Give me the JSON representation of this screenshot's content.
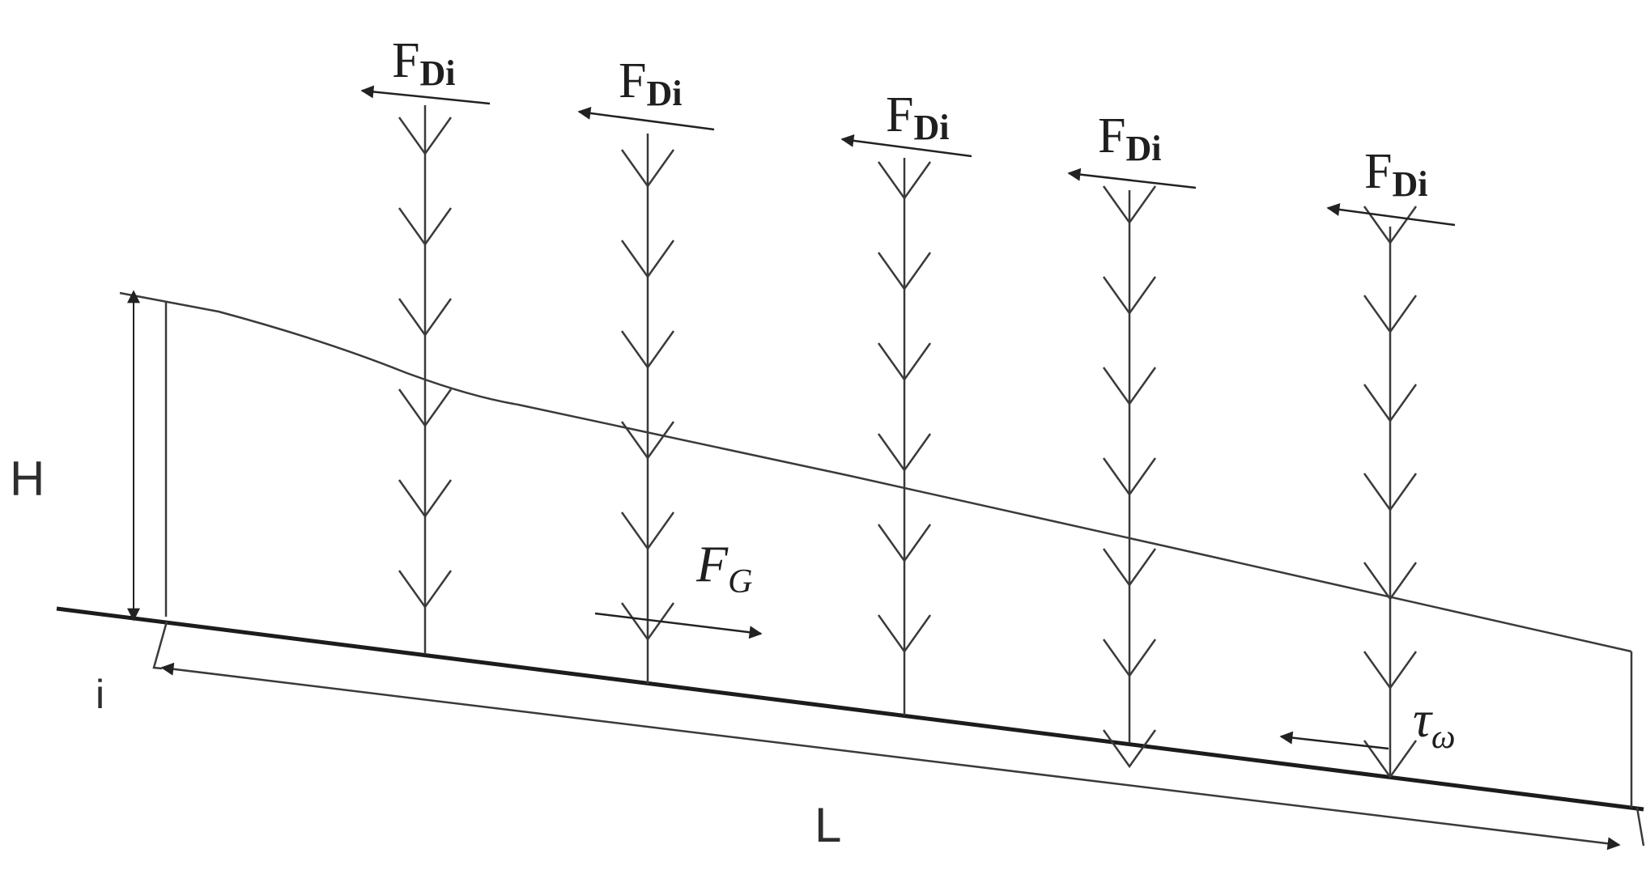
{
  "labels": {
    "drag_force_main": "F",
    "drag_force_sub": "Di",
    "height": "H",
    "slope": "i",
    "length": "L",
    "gravity_main": "F",
    "gravity_sub": "G",
    "shear_main": "τ",
    "shear_sub": "ω"
  },
  "stem_count": 5,
  "colors": {
    "line": "#3a3a3a",
    "bed": "#1c1c1c",
    "background": "#ffffff"
  }
}
